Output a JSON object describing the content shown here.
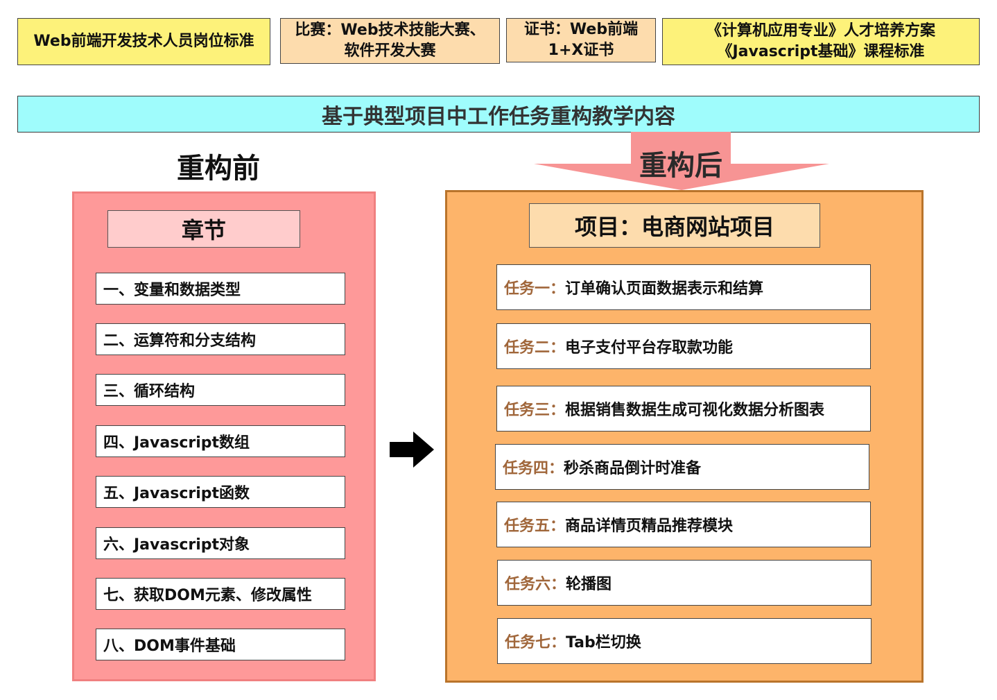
{
  "top_boxes": [
    {
      "text": "Web前端开发技术人员岗位标准"
    },
    {
      "line1": "比赛：Web技术技能大赛、",
      "line2": "软件开发大赛"
    },
    {
      "line1": "证书：Web前端",
      "line2": "1+X证书"
    },
    {
      "line1": "《计算机应用专业》人才培养方案",
      "line2": "《Javascript基础》课程标准"
    }
  ],
  "banner": "基于典型项目中工作任务重构教学内容",
  "before": {
    "heading": "重构前",
    "title": "章节",
    "chapters": [
      "一、变量和数据类型",
      "二、运算符和分支结构",
      "三、循环结构",
      "四、Javascript数组",
      "五、Javascript函数",
      "六、Javascript对象",
      "七、获取DOM元素、修改属性",
      "八、DOM事件基础"
    ]
  },
  "after": {
    "heading": "重构后",
    "title": "项目：电商网站项目",
    "tasks": [
      {
        "tag": "任务一：",
        "text": " 订单确认页面数据表示和结算"
      },
      {
        "tag": "任务二：",
        "text": "电子支付平台存取款功能"
      },
      {
        "tag": "任务三：",
        "text": "根据销售数据生成可视化数据分析图表"
      },
      {
        "tag": "任务四：",
        "text": "秒杀商品倒计时准备"
      },
      {
        "tag": "任务五：",
        "text": "商品详情页精品推荐模块"
      },
      {
        "tag": "任务六：",
        "text": "轮播图"
      },
      {
        "tag": "任务七：",
        "text": "Tab栏切换"
      }
    ]
  },
  "colors": {
    "yellow": "#fdf27a",
    "peach": "#fddcad",
    "cyan": "#9ffcfc",
    "pink_panel": "#fe9999",
    "orange_panel": "#fdb46a",
    "funnel_arrow": "#f79494",
    "task_tag": "#a0663a"
  }
}
